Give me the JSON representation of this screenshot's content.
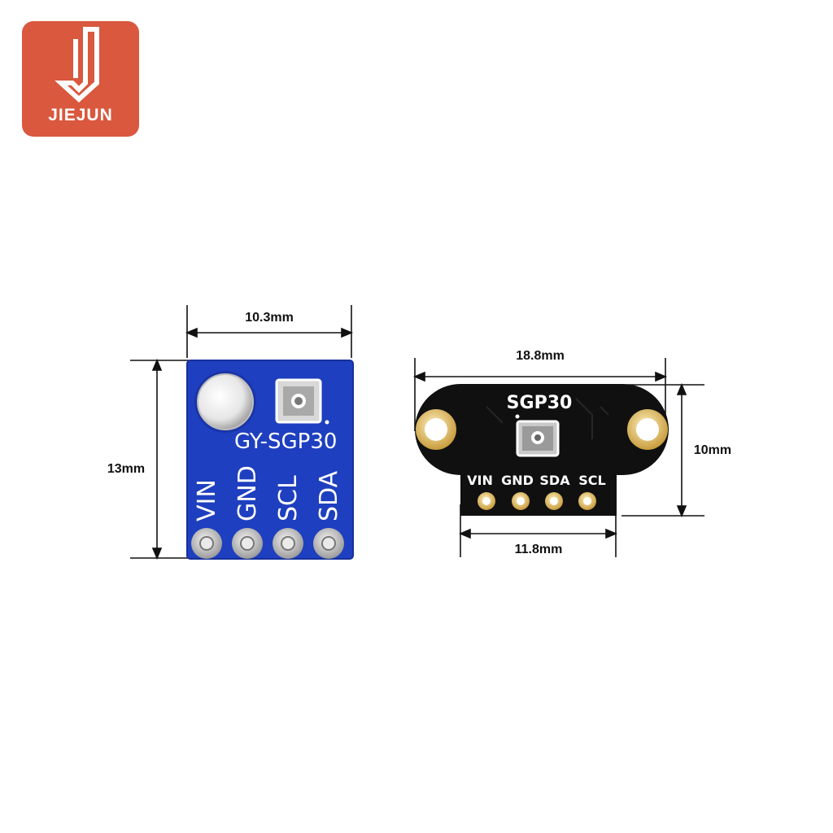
{
  "brand": {
    "name": "JIEJUN",
    "color": "#d9583e"
  },
  "module_left": {
    "board_label": "GY-SGP30",
    "pins": [
      "VIN",
      "GND",
      "SCL",
      "SDA"
    ],
    "board_color": "#1e3fbf",
    "width_label": "10.3mm",
    "height_label": "13mm"
  },
  "module_right": {
    "board_label": "SGP30",
    "pins": [
      "VIN",
      "GND",
      "SDA",
      "SCL"
    ],
    "board_color": "#111111",
    "width_label": "18.8mm",
    "height_label": "10mm",
    "header_width_label": "11.8mm"
  }
}
